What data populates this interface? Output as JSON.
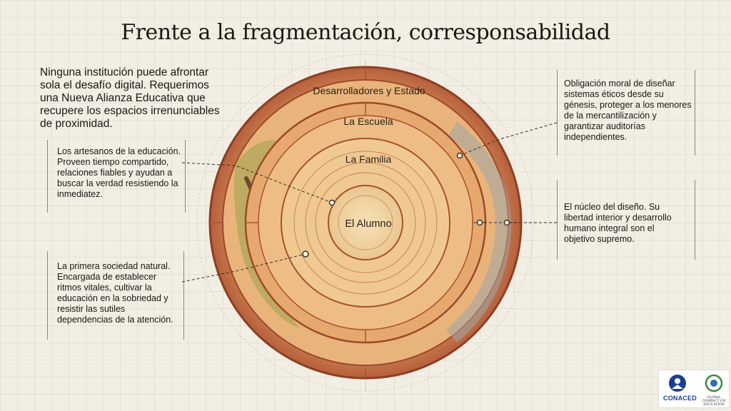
{
  "title": "Frente a la fragmentación, corresponsabilidad",
  "intro": "Ninguna institución puede afrontar sola el desafío digital. Requerimos una Nueva Alianza Educativa que recupere los espacios irrenunciables de proximidad.",
  "rings": {
    "outer": "Desarrolladores y Estado",
    "school": "La Escuela",
    "family": "La Familia",
    "center": "El Alumno"
  },
  "notes": {
    "school": "Los artesanos de la educación. Proveen tiempo compartido, relaciones fiables y ayudan a buscar la verdad resistiendo la inmediatez.",
    "family": "La primera sociedad natural. Encargada de establecer ritmos vitales, cultivar la educación en la sobriedad y resistir las sutiles dependencias de la atención.",
    "developers": "Obligación moral de diseñar sistemas éticos desde su génesis, proteger a los menores de la mercantilización y garantizar auditorías independientes.",
    "student": "El núcleo del diseño. Su libertad interior y desarrollo humano integral son el objetivo supremo."
  },
  "logos": {
    "conaced": "CONACED",
    "global_compact": "GLOBAL COMPACT ON EDUCATION"
  },
  "colors": {
    "outer_ring": "#c9704a",
    "school_ring": "#e2a466",
    "family_ring": "#e9b87c",
    "center": "#f2d6a6",
    "brick": "#a8512e",
    "tree": "#8a9a3a"
  }
}
